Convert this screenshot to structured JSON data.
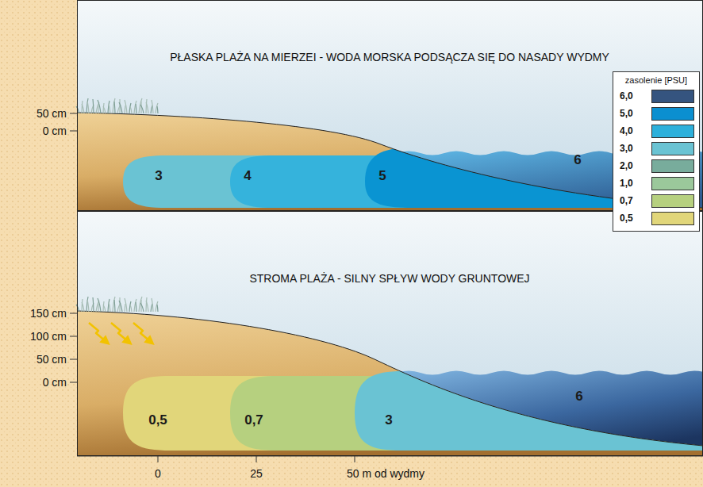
{
  "diagram": {
    "nodes": [
      {
        "text": [
          "PŁASKA PLAŻA NA MIERZEI - WODA MORSKA PODSĄCZA SIĘ DO NASADY WYDMY"
        ]
      },
      {
        "text": [
          "STROMA PLAŻA - SILNY SPŁYW WODY GRUNTOWEJ"
        ]
      }
    ],
    "labels": [
      "50 cm",
      "0 cm",
      "3",
      "4",
      "5",
      "6",
      "150 cm",
      "100 cm",
      "50 cm",
      "0 cm",
      "0,5",
      "0,7",
      "3",
      "6",
      "0",
      "25",
      "50 m od wydmy",
      "zasolenie [PSU]"
    ],
    "legend": [
      {
        "text": "6,0",
        "color": "#35547f"
      },
      {
        "text": "5,0",
        "color": "#0b8fd0"
      },
      {
        "text": "4,0",
        "color": "#2db0db"
      },
      {
        "text": "3,0",
        "color": "#6ac3d3"
      },
      {
        "text": "2,0",
        "color": "#78ac9c"
      },
      {
        "text": "1,0",
        "color": "#9bc89b"
      },
      {
        "text": "0,7",
        "color": "#b6d07f"
      },
      {
        "text": "0,5",
        "color": "#e1d67a"
      }
    ]
  }
}
